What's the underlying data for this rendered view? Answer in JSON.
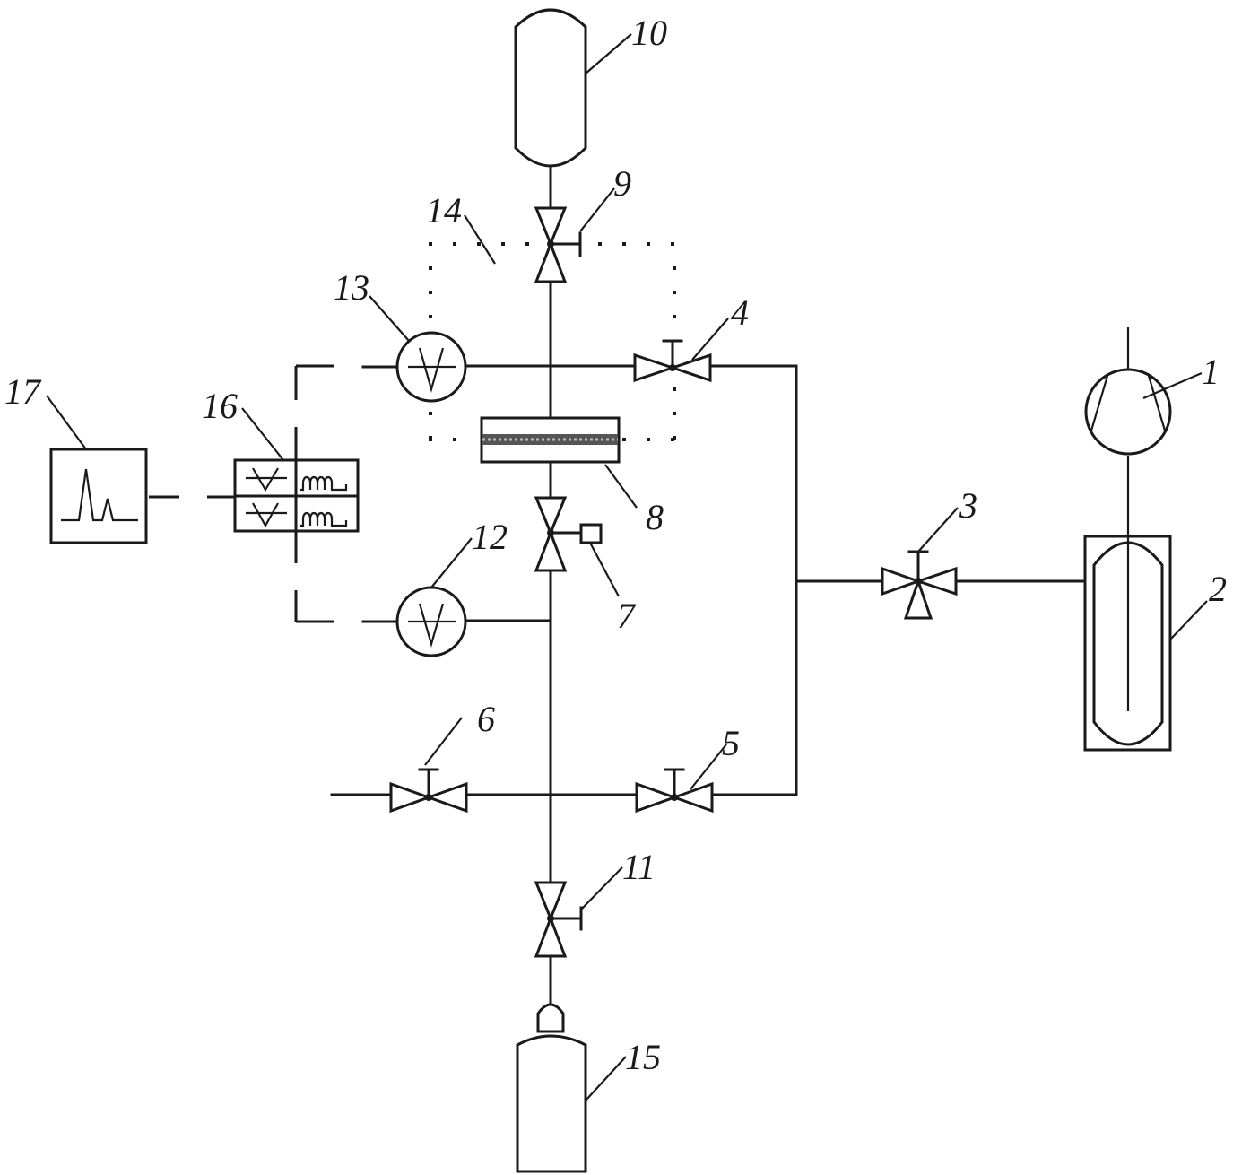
{
  "diagram": {
    "type": "process-flow schematic (gas / vacuum setup)",
    "components": [
      {
        "id": "1",
        "label": "1",
        "kind": "pump"
      },
      {
        "id": "2",
        "label": "2",
        "kind": "cold-trap / dewar vessel"
      },
      {
        "id": "3",
        "label": "3",
        "kind": "three-way valve"
      },
      {
        "id": "4",
        "label": "4",
        "kind": "valve"
      },
      {
        "id": "5",
        "label": "5",
        "kind": "valve"
      },
      {
        "id": "6",
        "label": "6",
        "kind": "valve"
      },
      {
        "id": "7",
        "label": "7",
        "kind": "actuated valve"
      },
      {
        "id": "8",
        "label": "8",
        "kind": "membrane cell"
      },
      {
        "id": "9",
        "label": "9",
        "kind": "valve"
      },
      {
        "id": "10",
        "label": "10",
        "kind": "receiver vessel"
      },
      {
        "id": "11",
        "label": "11",
        "kind": "valve"
      },
      {
        "id": "12",
        "label": "12",
        "kind": "pressure sensor"
      },
      {
        "id": "13",
        "label": "13",
        "kind": "pressure sensor"
      },
      {
        "id": "14",
        "label": "14",
        "kind": "thermostated zone (dotted boundary)"
      },
      {
        "id": "15",
        "label": "15",
        "kind": "gas cylinder"
      },
      {
        "id": "16",
        "label": "16",
        "kind": "signal converter block"
      },
      {
        "id": "17",
        "label": "17",
        "kind": "recorder / computer"
      }
    ],
    "connections": [
      [
        "10",
        "9"
      ],
      [
        "9",
        "8"
      ],
      [
        "8",
        "7"
      ],
      [
        "7",
        "12"
      ],
      [
        "12",
        "6"
      ],
      [
        "6",
        "11"
      ],
      [
        "11",
        "15"
      ],
      [
        "13",
        "4"
      ],
      [
        "4",
        "3"
      ],
      [
        "5",
        "3"
      ],
      [
        "3",
        "2"
      ],
      [
        "2",
        "1"
      ],
      [
        "12",
        "16"
      ],
      [
        "13",
        "16"
      ],
      [
        "16",
        "17"
      ]
    ]
  }
}
